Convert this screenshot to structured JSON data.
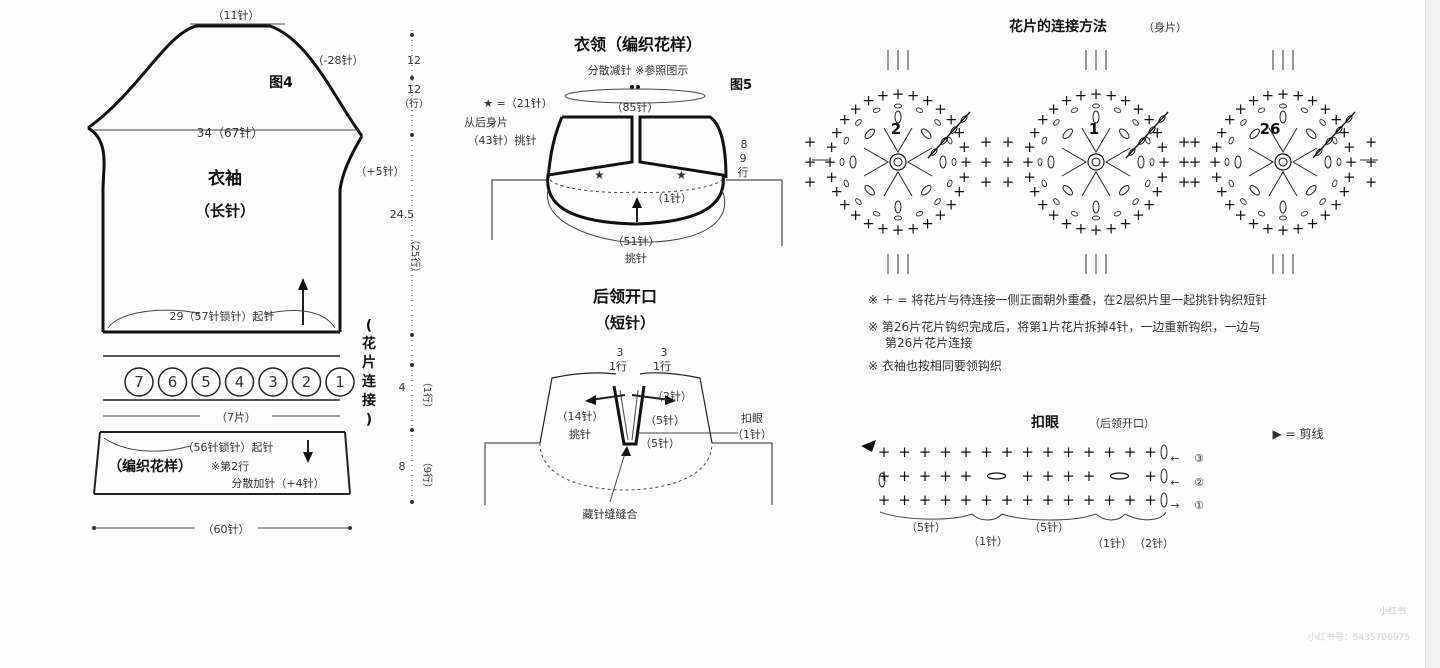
{
  "sleeve": {
    "fig": "图4",
    "top_w": "（11针）",
    "dec": "（-28针）",
    "mid_w": "34（67针）",
    "title": "衣袖",
    "sub": "（长针）",
    "inc5": "（+5针）",
    "bottom_w": "29（57针锁针）起针",
    "motif_label": [
      "花",
      "片",
      "连",
      "接"
    ],
    "motif_count": "（7片）",
    "motifs": [
      "7",
      "6",
      "5",
      "4",
      "3",
      "2",
      "1"
    ],
    "cuff_w": "（56针锁针）起针",
    "cuff_title": "（编织花样）",
    "cuff_note1": "※第2行",
    "cuff_note2": "分散加针（+4针）",
    "cuff_bottom": "（60针）",
    "dim_12a": "12",
    "dim_12b": "12",
    "dim_12b_row": "（行）",
    "dim_245": "24.5",
    "dim_25": "（25行）",
    "dim_4": "4",
    "dim_1row": "（1行）",
    "dim_8": "8",
    "dim_9row": "（9行）"
  },
  "collar": {
    "title": "衣领（编织花样）",
    "note": "分散减针 ※参照图示",
    "fig": "图5",
    "star": "★ =（21针）",
    "c85": "（85针）",
    "back1": "从后身片",
    "back2": "（43针）挑针",
    "side_8": "8",
    "side_9": "9",
    "side_row": "行",
    "one": "（1针）",
    "c51": "（51针）",
    "pick": "挑针"
  },
  "back_neck": {
    "title": "后领开口",
    "sub": "（短针）",
    "l3": "3",
    "l1row": "1行",
    "r3": "3",
    "r1row": "1行",
    "two": "（2针）",
    "five_a": "（5针）",
    "five_b": "（5针）",
    "fourteen": "（14针）",
    "pick": "挑针",
    "bh": "扣眼",
    "bh1": "（1针）",
    "sew": "藏针缝缝合"
  },
  "motif_join": {
    "title": "花片的连接方法",
    "sub": "（身片）",
    "numbers": [
      "2",
      "1",
      "26"
    ]
  },
  "notes": [
    "※ ＋ = 将花片与待连接一侧正面朝外重叠，在2层织片里一起挑针钩织短针",
    "※ 第26片花片钩织完成后，将第1片花片拆掉4针，一边重新钩织，一边与",
    "第26片花片连接",
    "※ 衣袖也按相同要领钩织"
  ],
  "buttonhole": {
    "title": "扣眼",
    "sub": "（后领开口）",
    "legend": "▶ = 剪线",
    "rows": [
      "③",
      "②",
      "①"
    ],
    "b5a": "（5针）",
    "b1a": "（1针）",
    "b5b": "（5针）",
    "b1b": "（1针）",
    "b2": "（2针）"
  },
  "watermark": [
    "小红书",
    "小红书号：5435706975"
  ]
}
